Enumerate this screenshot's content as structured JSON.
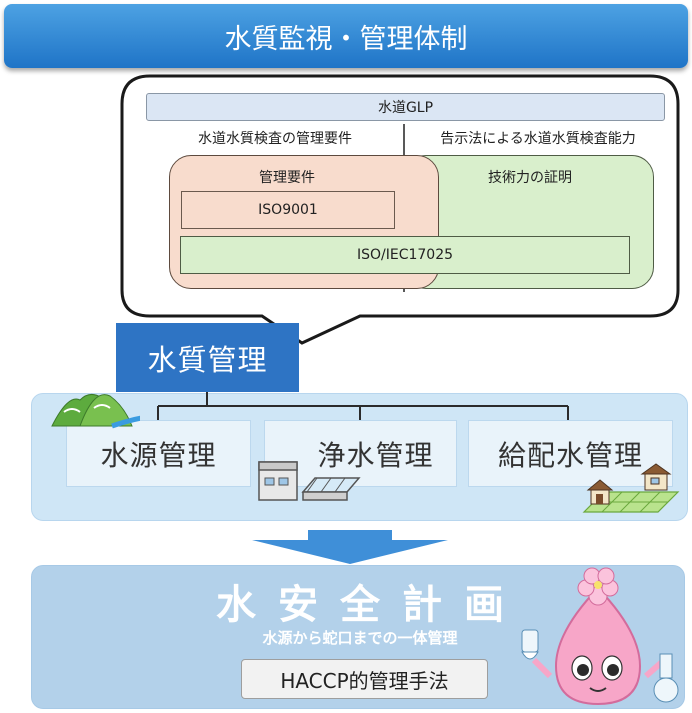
{
  "title": "水質監視・管理体制",
  "glp": {
    "label": "水道GLP",
    "left_header": "水道水質検査の管理要件",
    "right_header": "告示法による水道水質検査能力",
    "left_panel_title": "管理要件",
    "right_panel_title": "技術力の証明",
    "iso9001": "ISO9001",
    "iso17025": "ISO/IEC17025"
  },
  "water_quality_management": "水質管理",
  "management_items": [
    "水源管理",
    "浄水管理",
    "給配水管理"
  ],
  "water_safety_plan": {
    "title": "水安全計画",
    "subtitle": "水源から蛇口までの一体管理",
    "method": "HACCP的管理手法"
  },
  "colors": {
    "title_banner": "#2f86d6",
    "wq_box": "#2e74c4",
    "mid_band": "#cfe6f6",
    "bottom_band": "#b3d1ea",
    "arrow": "#3f8fd8",
    "left_panel": "#f8dccd",
    "right_panel": "#d9efcc"
  }
}
